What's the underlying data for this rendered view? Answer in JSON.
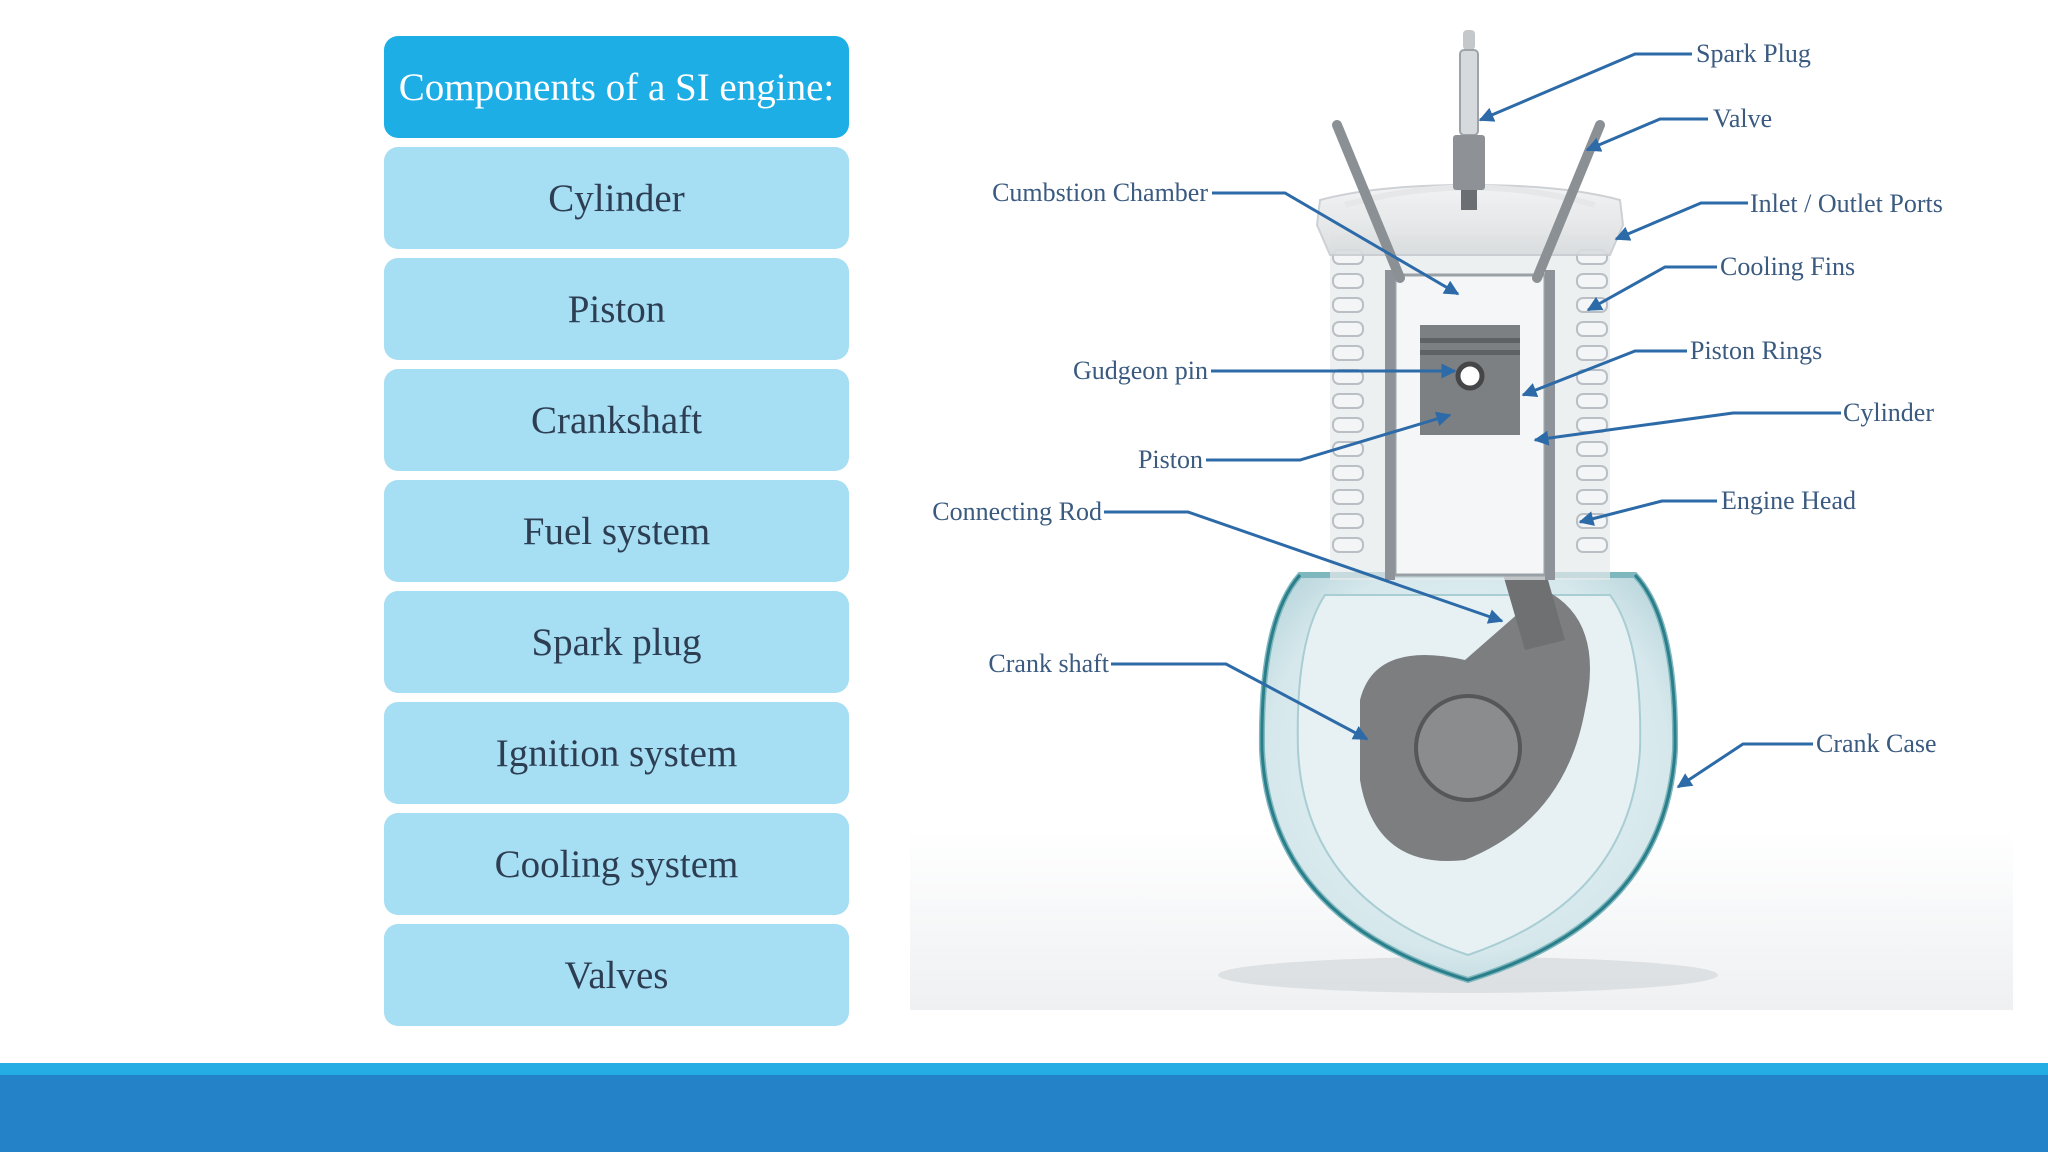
{
  "slide": {
    "header": "Components of a SI engine:",
    "items": [
      "Cylinder",
      "Piston",
      "Crankshaft",
      "Fuel system",
      "Spark plug",
      "Ignition system",
      "Cooling system",
      "Valves"
    ]
  },
  "diagram": {
    "labels": {
      "spark_plug": "Spark Plug",
      "valve": "Valve",
      "combustion_chamber": "Cumbstion Chamber",
      "inlet_outlet_ports": "Inlet / Outlet Ports",
      "cooling_fins": "Cooling Fins",
      "gudgeon_pin": "Gudgeon pin",
      "piston_rings": "Piston Rings",
      "cylinder": "Cylinder",
      "piston": "Piston",
      "connecting_rod": "Connecting Rod",
      "engine_head": "Engine Head",
      "crank_shaft": "Crank shaft",
      "crank_case": "Crank Case"
    }
  },
  "colors": {
    "header_bg": "#1eaee6",
    "item_bg": "#a6def3",
    "item_text": "#2d3e53",
    "label_text": "#3a5a80",
    "leader": "#2c6aa8",
    "footer_line": "#24ade5",
    "footer_bar": "#2482c8"
  }
}
